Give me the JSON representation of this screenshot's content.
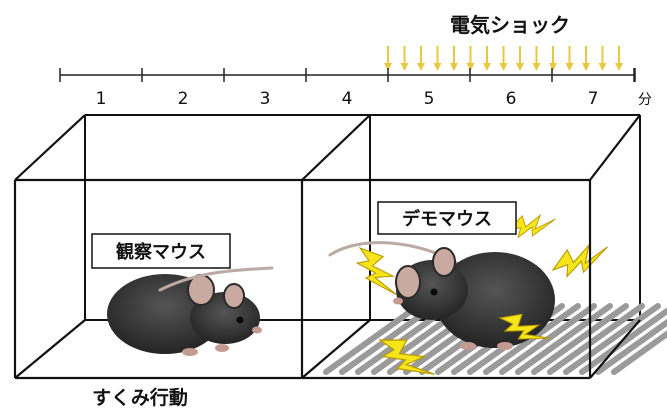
{
  "title": "電気ショック",
  "timeline": {
    "minutes": [
      "1",
      "2",
      "3",
      "4",
      "5",
      "6",
      "7"
    ],
    "unit": "分"
  },
  "labels": {
    "observer": "観察マウス",
    "demonstrator": "デモマウス",
    "freezing": "すくみ行動"
  },
  "colors": {
    "arrow": "#e8c840",
    "bolt": "#f5e51a",
    "bolt_stroke": "#b89a00",
    "grid": "#9a9a9a",
    "mouse": "#2f2f2f"
  }
}
